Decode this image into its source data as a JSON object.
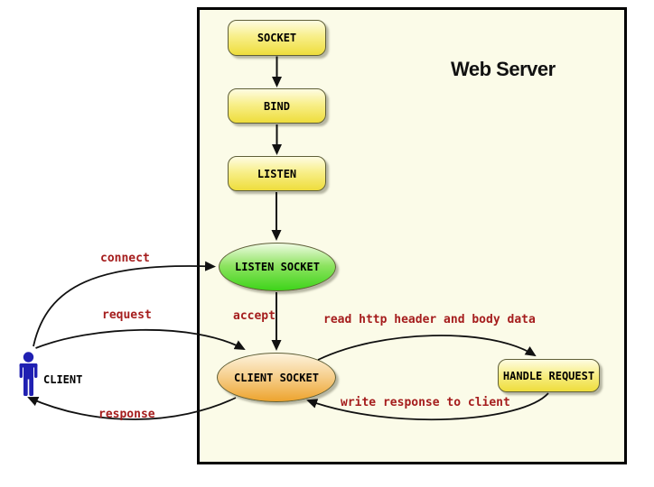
{
  "server": {
    "title": "Web Server"
  },
  "nodes": {
    "socket": {
      "label": "SOCKET"
    },
    "bind": {
      "label": "BIND"
    },
    "listen": {
      "label": "LISTEN"
    },
    "listen_socket": {
      "label": "LISTEN SOCKET"
    },
    "client_socket": {
      "label": "CLIENT SOCKET"
    },
    "handle_request": {
      "label": "HANDLE REQUEST"
    }
  },
  "actor": {
    "label": "CLIENT"
  },
  "edge_labels": {
    "connect": "connect",
    "request": "request",
    "response": "response",
    "accept": "accept",
    "read_http": "read http header and body data",
    "write_response": "write response to client"
  },
  "colors": {
    "box_bg": "#fbfbe8",
    "server_border": "#000000",
    "node_border": "#5f5f38",
    "yellow_top": "#fefce2",
    "yellow_bottom": "#eedd3c",
    "green_top": "#effbe3",
    "green_bottom": "#3ed41a",
    "orange_top": "#fdf3dc",
    "orange_bottom": "#eda42e",
    "edge_label": "#a51d1d",
    "arrow": "#111111",
    "client_blue": "#2020b2"
  }
}
